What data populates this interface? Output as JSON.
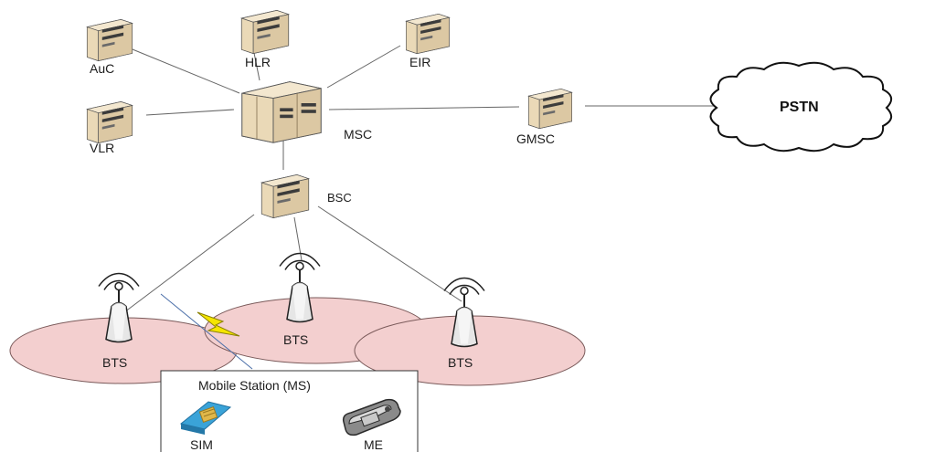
{
  "nodes": {
    "auc": "AuC",
    "hlr": "HLR",
    "eir": "EIR",
    "vlr": "VLR",
    "msc": "MSC",
    "gmsc": "GMSC",
    "pstn": "PSTN",
    "bsc": "BSC",
    "bts_left": "BTS",
    "bts_middle": "BTS",
    "bts_right": "BTS"
  },
  "mobile_station": {
    "title": "Mobile Station (MS)",
    "sim": "SIM",
    "me": "ME"
  },
  "colors": {
    "server_light": "#f1e4c8",
    "server_mid": "#dcc8a3",
    "server_dark": "#a89270",
    "cell_fill": "#f3cfcf",
    "cell_stroke": "#7a5a5a",
    "tower_fill": "#e6e6e6",
    "sim_blue": "#3aa3d8",
    "chip_gold": "#e0b84a",
    "lightning": "#f5e600"
  },
  "icons": {
    "server": "server-icon",
    "tower": "antenna-tower-icon",
    "cloud": "cloud-icon",
    "sim": "sim-card-icon",
    "phone": "mobile-phone-icon",
    "lightning": "lightning-icon"
  }
}
